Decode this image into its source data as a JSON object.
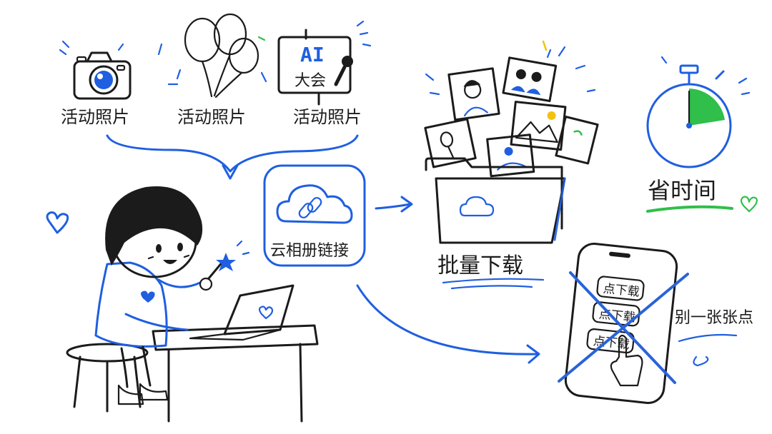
{
  "colors": {
    "ink": "#1b1b1b",
    "blue": "#1f5fe0",
    "green": "#2fbf4a",
    "yellow": "#f4c20d",
    "cross": "#2a63d9"
  },
  "sources": [
    {
      "icon": "camera-icon",
      "label": "活动照片"
    },
    {
      "icon": "balloons-icon",
      "label": "活动照片"
    },
    {
      "icon": "ai-conference-sign-icon",
      "label": "活动照片"
    }
  ],
  "sign": {
    "line1": "AI",
    "line2": "大会"
  },
  "cloud_link": {
    "icon": "cloud-link-icon",
    "label": "云相册链接"
  },
  "batch": {
    "icon": "folder-photos-icon",
    "label": "批量下载"
  },
  "timer": {
    "icon": "stopwatch-icon",
    "label": "省时间"
  },
  "phone": {
    "icon": "phone-icon",
    "buttons": [
      "点下载",
      "点下载",
      "点下载"
    ],
    "caption": "别一张张点"
  },
  "girl": {
    "icon": "girl-with-laptop-icon"
  }
}
